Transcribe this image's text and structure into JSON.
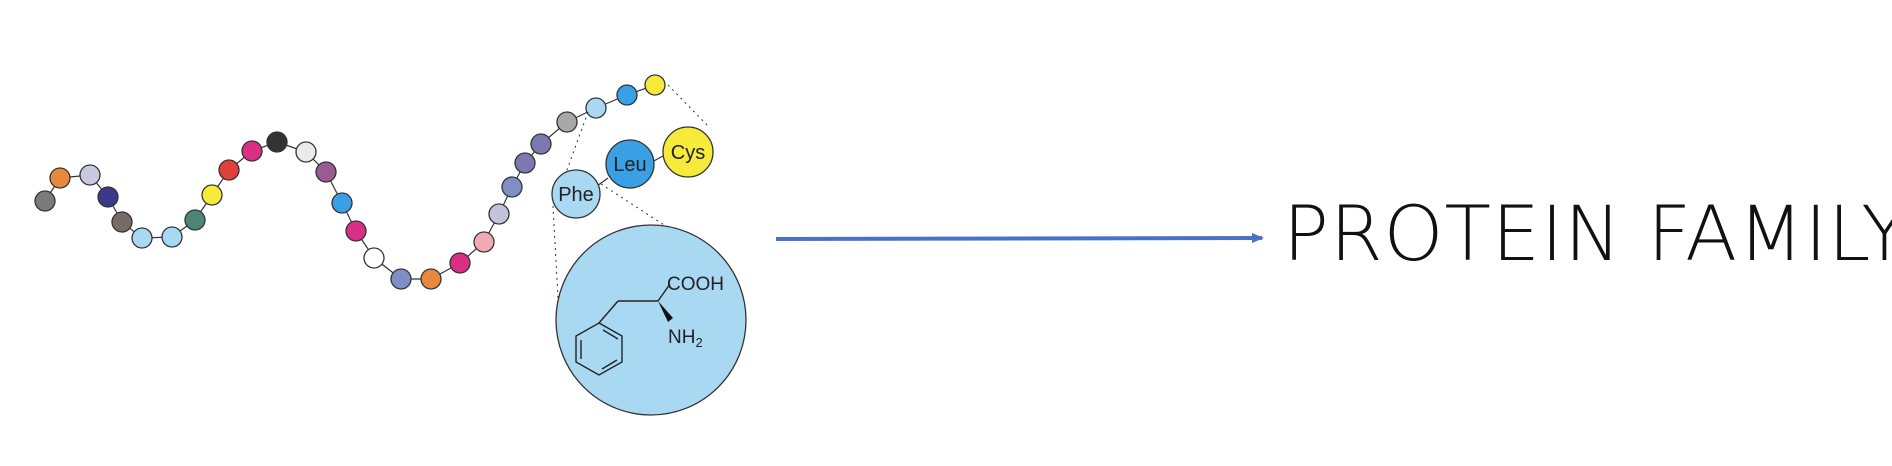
{
  "colors": {
    "chain": [
      "#7b7b7b",
      "#e8883c",
      "#c8c8e0",
      "#3b3a8a",
      "#7a6a66",
      "#a9d8f2",
      "#a9d8f2",
      "#4d8679",
      "#f6ea3a",
      "#e0403a",
      "#d92f85",
      "#333333",
      "#ebebeb",
      "#9a5a92",
      "#3aa0e6",
      "#d92f85",
      "#ffffff",
      "#7d8fc6",
      "#e8883c",
      "#d92f85",
      "#f0aab0",
      "#c3c3dd",
      "#7d8fc6",
      "#7b7ab0",
      "#7b7ab0",
      "#a8a8a8",
      "#a9d8f2",
      "#3aa0e6",
      "#f6ea3a"
    ],
    "phe": "#a9d8f2",
    "leu": "#3aa0e6",
    "cys": "#f6ea3a",
    "magnified": "#a9d8f2",
    "arrow": "#4a72c4"
  },
  "amino_acids": {
    "phe": "Phe",
    "leu": "Leu",
    "cys": "Cys"
  },
  "structure": {
    "cooh": "COOH",
    "nh": "NH",
    "nh_sub": "2"
  },
  "icons": {
    "arrow": "right-arrow-icon",
    "benzene": "benzene-ring-icon"
  },
  "title": "PROTEIN FAMILY"
}
